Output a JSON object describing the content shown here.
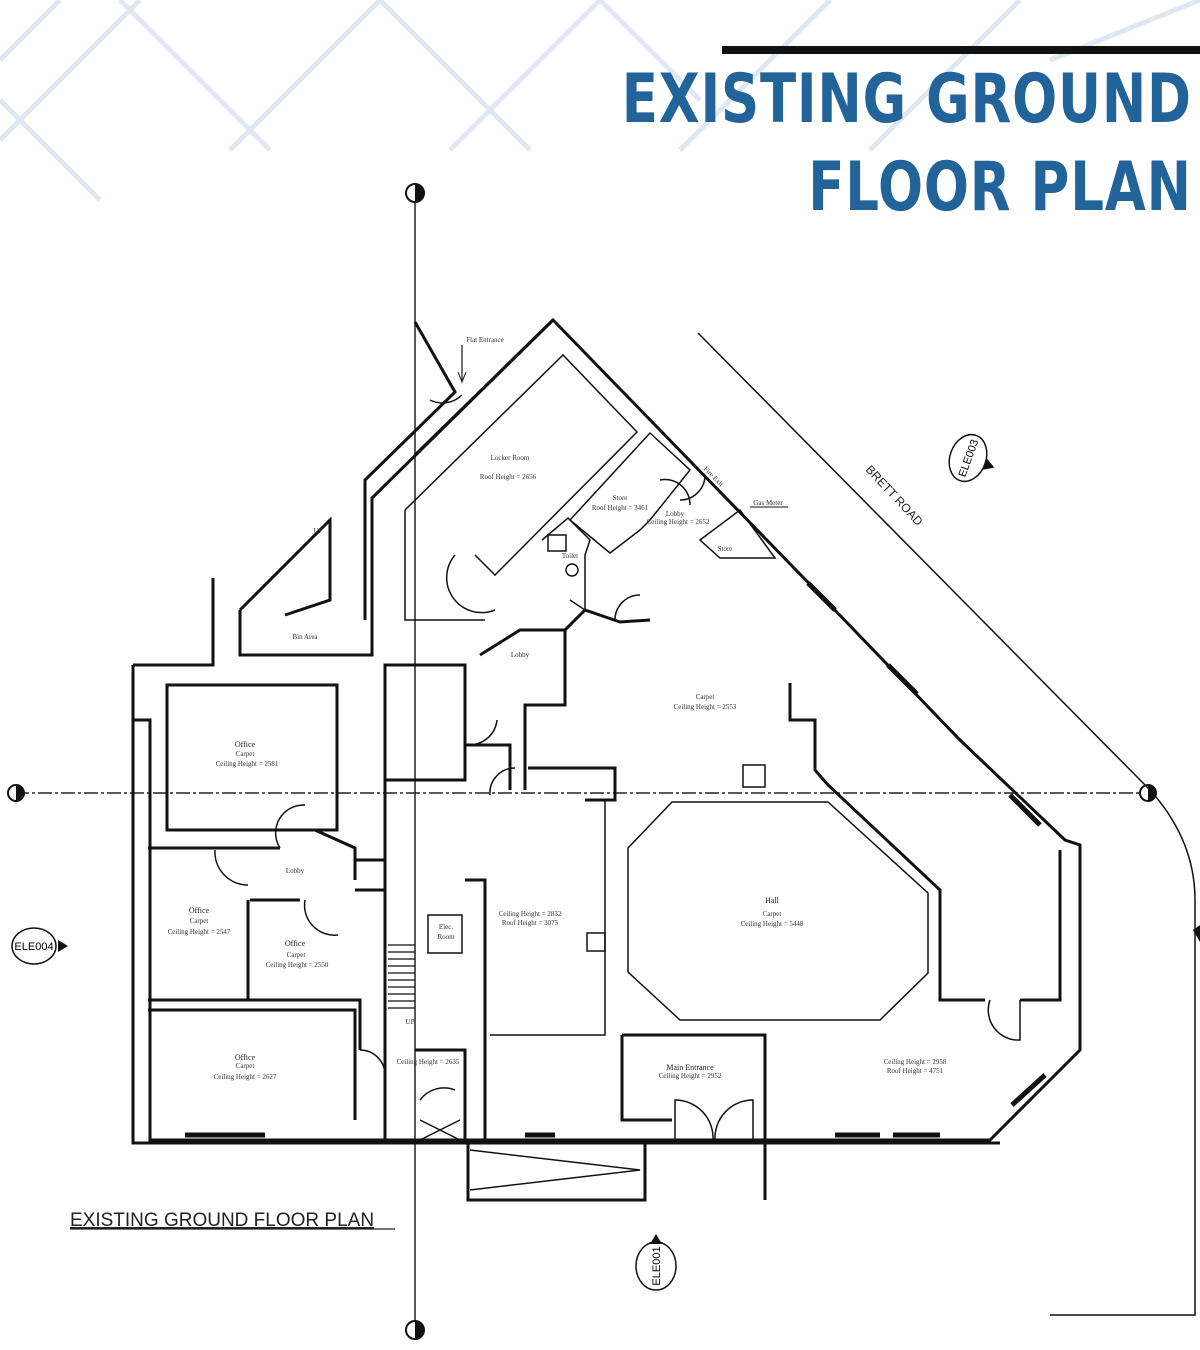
{
  "header": {
    "title_line1": "EXISTING GROUND",
    "title_line2": "FLOOR PLAN"
  },
  "plan": {
    "caption": "EXISTING GROUND FLOOR PLAN",
    "road": "BRETT ROAD",
    "elevation_markers": [
      "ELE003",
      "ELE004",
      "ELE001"
    ],
    "rooms": {
      "flat_entrance": "Flat Entrance",
      "locker_room": {
        "name": "Locker Room",
        "detail": "Roof Height = 2656"
      },
      "store_1": {
        "name": "Store",
        "detail": "Roof Height = 3461"
      },
      "lobby_top": {
        "name": "Lobby",
        "detail": "Ceiling Height = 2652"
      },
      "fire_exit": "Fire Exit",
      "gas_meter": "Gas Meter",
      "store_2": "Store",
      "toilet": "Toilet",
      "bin_area": "Bin Area",
      "up_top": "UP",
      "lobby_mid": "Lobby",
      "carpet_area": {
        "finish": "Carpet",
        "detail": "Ceiling Height = 2553"
      },
      "office_1": {
        "name": "Office",
        "finish": "Carpet",
        "detail": "Ceiling Height = 2581"
      },
      "lobby_left": "Lobby",
      "office_2": {
        "name": "Office",
        "finish": "Carpet",
        "detail": "Ceiling Height = 2547"
      },
      "office_3": {
        "name": "Office",
        "finish": "Carpet",
        "detail": "Ceiling Height = 2550"
      },
      "office_4": {
        "name": "Office",
        "finish": "Carpet",
        "detail": "Ceiling Height = 2627"
      },
      "elec_room": {
        "line1": "Elec.",
        "line2": "Room"
      },
      "up_stair": "UP",
      "stair_hall": "Ceiling Height = 2635",
      "corridor": {
        "line1": "Ceiling Height = 2832",
        "line2": "Roof Height = 3075"
      },
      "hall": {
        "name": "Hall",
        "finish": "Carpet",
        "detail": "Ceiling Height = 5448"
      },
      "main_entrance": {
        "name": "Main Entrance",
        "detail": "Ceiling Height = 2952"
      },
      "hall_side": {
        "line1": "Ceiling Height = 2958",
        "line2": "Roof Height = 4751"
      }
    }
  }
}
